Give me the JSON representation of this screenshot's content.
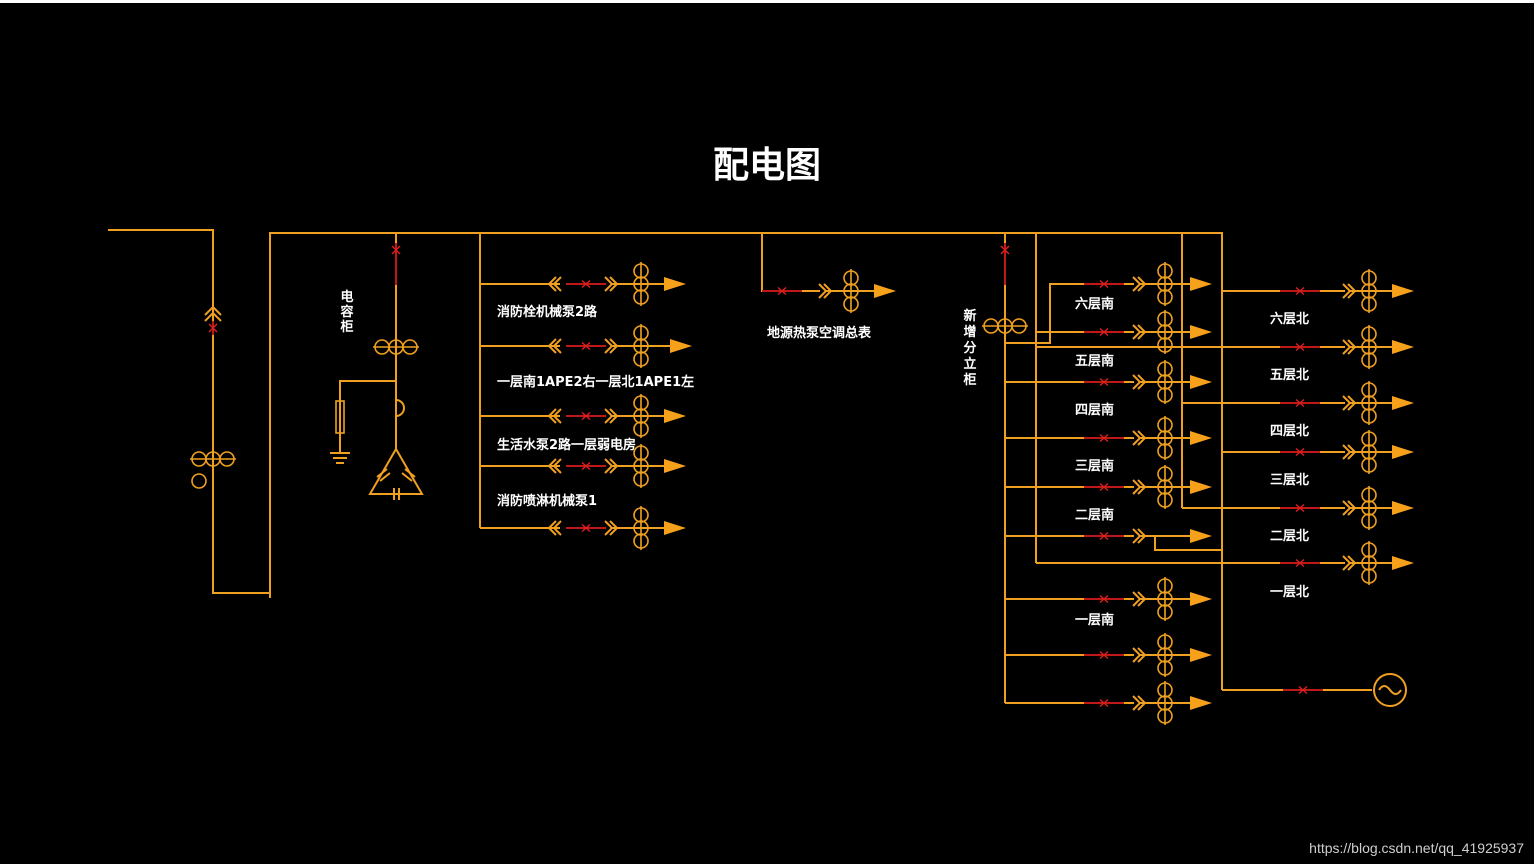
{
  "title": "配电图",
  "watermark": "https://blog.csdn.net/qq_41925937",
  "colors": {
    "wire": "#f0a020",
    "breaker": "#c01818",
    "label": "#ffffff",
    "background": "#000000"
  },
  "labels": {
    "capacitor_cabinet": [
      "电",
      "容",
      "柜"
    ],
    "new_cabinet": [
      "新",
      "增",
      "分",
      "立",
      "柜"
    ],
    "geothermal": "地源热泵空调总表",
    "left_branches": [
      "消防栓机械泵2路",
      "一层南1APE2右一层北1APE1左",
      "生活水泵2路一层弱电房",
      "消防喷淋机械泵1"
    ],
    "south": [
      "六层南",
      "五层南",
      "四层南",
      "三层南",
      "二层南",
      "一层南"
    ],
    "north": [
      "六层北",
      "五层北",
      "四层北",
      "三层北",
      "二层北",
      "一层北"
    ]
  }
}
